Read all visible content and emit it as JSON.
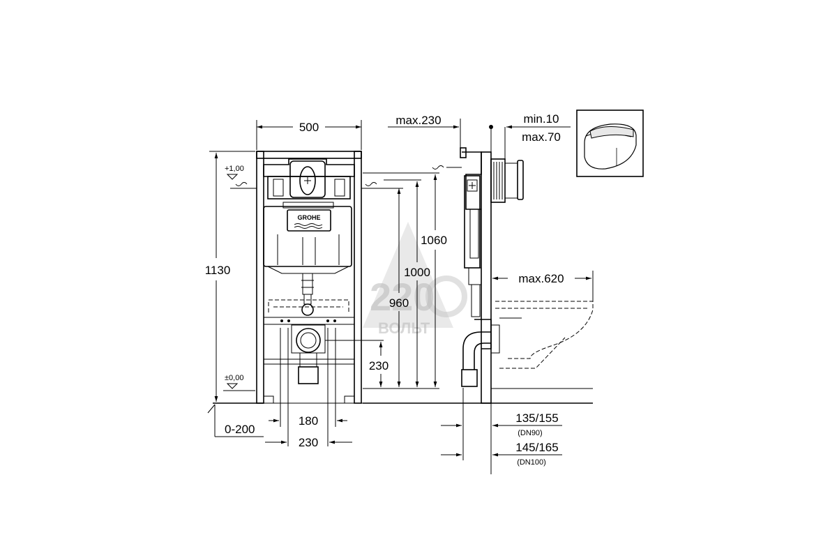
{
  "front_view": {
    "width_label": "500",
    "height_label": "1130",
    "level_top": "+1,00",
    "level_bottom": "±0,00",
    "dim_1060": "1060",
    "dim_1000": "1000",
    "dim_960": "960",
    "dim_230_vertical": "230",
    "dim_180": "180",
    "dim_230_horizontal": "230",
    "dim_offset": "0-200",
    "brand_logo": "GROHE"
  },
  "side_view": {
    "max_depth": "max.230",
    "min_wall": "min.10",
    "max_wall": "max.70",
    "max_projection": "max.620",
    "dn90_value": "135/155",
    "dn90_label": "(DN90)",
    "dn100_value": "145/165",
    "dn100_label": "(DN100)"
  },
  "watermark": {
    "number": "220",
    "text": "ВОЛЬТ"
  },
  "icons": {
    "thumbnail": "wall-hung-toilet-icon"
  }
}
